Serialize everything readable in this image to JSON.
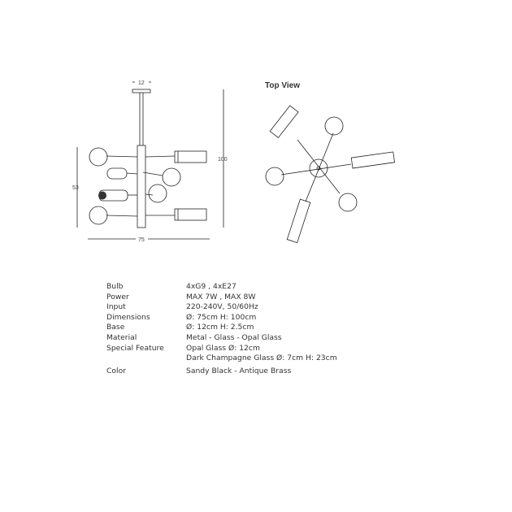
{
  "front_view": {
    "dim_base_width": "12",
    "dim_total_height": "100",
    "dim_body_height": "53",
    "dim_width": "75"
  },
  "top_view": {
    "title": "Top View"
  },
  "specs": [
    {
      "label": "Bulb",
      "value": "4xG9 , 4xE27"
    },
    {
      "label": "Power",
      "value": "MAX 7W , MAX 8W"
    },
    {
      "label": "Input",
      "value": "220-240V, 50/60Hz"
    },
    {
      "label": "Dimensions",
      "value": "Ø: 75cm  H: 100cm"
    },
    {
      "label": "Base",
      "value": "Ø: 12cm  H: 2.5cm"
    },
    {
      "label": "Material",
      "value": "Metal - Glass - Opal Glass"
    },
    {
      "label": "Special Feature",
      "value": "Opal Glass  Ø: 12cm"
    },
    {
      "label": "",
      "value": "Dark Champagne Glass  Ø: 7cm  H: 23cm"
    },
    {
      "label": "Color",
      "value": "Sandy Black - Antique Brass"
    }
  ]
}
